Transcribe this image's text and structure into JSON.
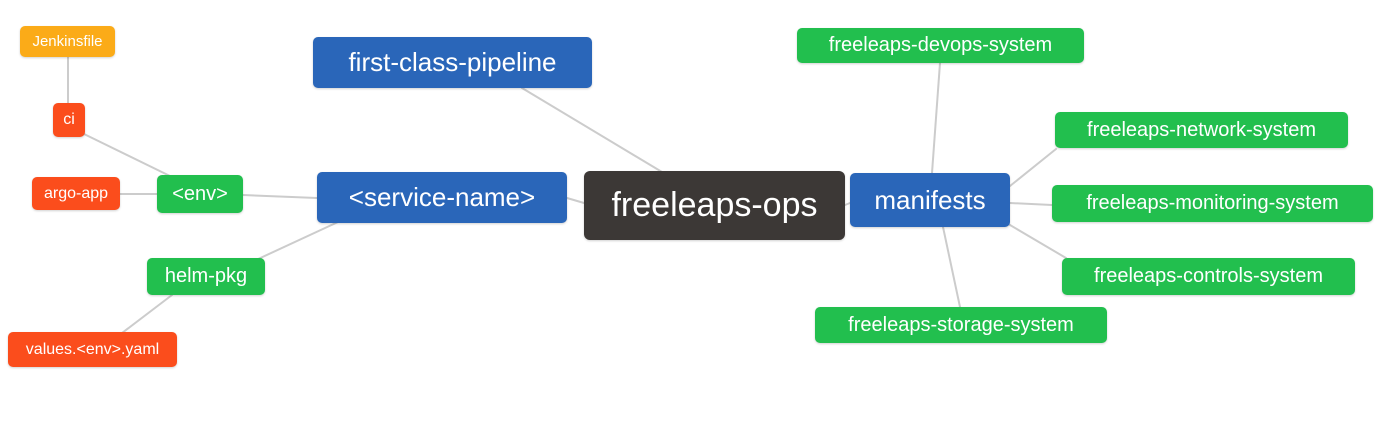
{
  "diagram": {
    "type": "mindmap",
    "root": "freeleaps-ops"
  },
  "colors": {
    "root_node": "#3c3836",
    "level1_blue": "#2a66b9",
    "level2_green": "#22bf4e",
    "level3_red": "#fb4d1c",
    "level4_amber": "#fbab18",
    "edge": "#cccccc",
    "text": "#ffffff",
    "background": "#ffffff"
  },
  "nodes": {
    "freeleaps_ops": {
      "label": "freeleaps-ops",
      "level": "root"
    },
    "first_class_pipeline": {
      "label": "first-class-pipeline",
      "level": 1
    },
    "service_name": {
      "label": "<service-name>",
      "level": 1
    },
    "manifests": {
      "label": "manifests",
      "level": 1
    },
    "env": {
      "label": "<env>",
      "level": 2
    },
    "helm_pkg": {
      "label": "helm-pkg",
      "level": 2
    },
    "ci": {
      "label": "ci",
      "level": 3
    },
    "argo_app": {
      "label": "argo-app",
      "level": 3
    },
    "values_env_yaml": {
      "label": "values.<env>.yaml",
      "level": 3
    },
    "jenkinsfile": {
      "label": "Jenkinsfile",
      "level": 4
    },
    "devops_system": {
      "label": "freeleaps-devops-system",
      "level": 2
    },
    "network_system": {
      "label": "freeleaps-network-system",
      "level": 2
    },
    "monitoring_system": {
      "label": "freeleaps-monitoring-system",
      "level": 2
    },
    "controls_system": {
      "label": "freeleaps-controls-system",
      "level": 2
    },
    "storage_system": {
      "label": "freeleaps-storage-system",
      "level": 2
    }
  },
  "edges": [
    [
      "jenkinsfile",
      "ci"
    ],
    [
      "ci",
      "env"
    ],
    [
      "argo_app",
      "env"
    ],
    [
      "env",
      "service_name"
    ],
    [
      "helm_pkg",
      "service_name"
    ],
    [
      "values_env_yaml",
      "helm_pkg"
    ],
    [
      "first_class_pipeline",
      "freeleaps_ops"
    ],
    [
      "service_name",
      "freeleaps_ops"
    ],
    [
      "freeleaps_ops",
      "manifests"
    ],
    [
      "manifests",
      "devops_system"
    ],
    [
      "manifests",
      "network_system"
    ],
    [
      "manifests",
      "monitoring_system"
    ],
    [
      "manifests",
      "controls_system"
    ],
    [
      "manifests",
      "storage_system"
    ]
  ]
}
